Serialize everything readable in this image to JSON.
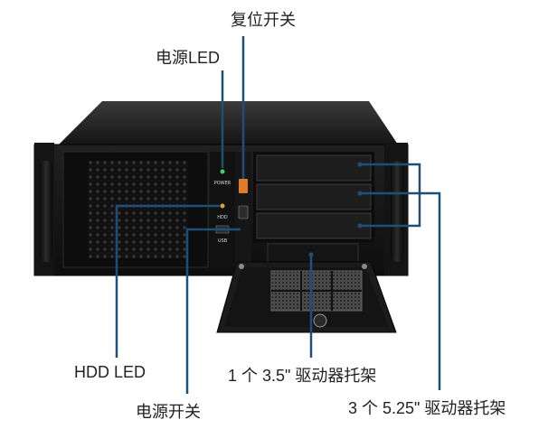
{
  "colors": {
    "callout_line": "#1f4e79",
    "chassis": "#1a1a1a",
    "bezel_text": "#d8d8d8",
    "reset_button": "#e07b2a"
  },
  "labels": {
    "reset_switch": "复位开关",
    "power_led": "电源LED",
    "hdd_led": "HDD LED",
    "bay_35": "1 个 3.5\" 驱动器托架",
    "power_switch": "电源开关",
    "bay_525": "3 个 5.25\" 驱动器托架"
  },
  "front_panel": {
    "power_text": "POWER",
    "hdd_text": "HDD",
    "usb_text": "USB"
  }
}
